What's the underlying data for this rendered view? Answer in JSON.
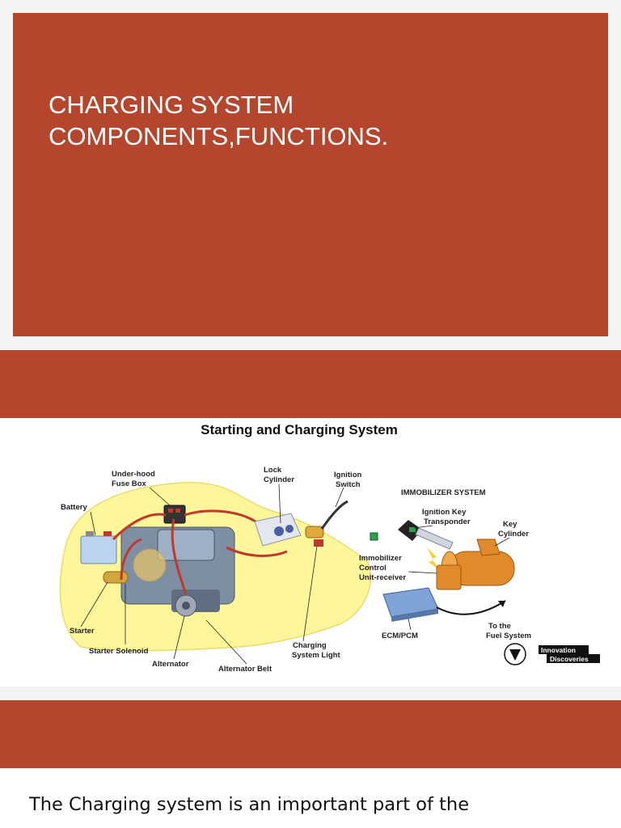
{
  "slide1": {
    "title_line1": "CHARGING SYSTEM",
    "title_line2": "COMPONENTS,FUNCTIONS."
  },
  "diagram": {
    "title": "Starting and Charging System",
    "labels": {
      "under_hood_1": "Under-hood",
      "under_hood_2": "Fuse Box",
      "battery": "Battery",
      "lock_1": "Lock",
      "lock_2": "Cylinder",
      "ignition_1": "Ignition",
      "ignition_2": "Switch",
      "starter": "Starter",
      "starter_solenoid": "Starter Solenoid",
      "alternator": "Alternator",
      "alternator_belt": "Alternator Belt",
      "charging_1": "Charging",
      "charging_2": "System Light",
      "immobilizer_system": "IMMOBILIZER SYSTEM",
      "key_transponder_1": "Ignition Key",
      "key_transponder_2": "Transponder",
      "key_cyl_1": "Key",
      "key_cyl_2": "Cylinder",
      "immob_1": "Immobilizer",
      "immob_2": "Control",
      "immob_3": "Unit-receiver",
      "ecm": "ECM/PCM",
      "fuel_1": "To the",
      "fuel_2": "Fuel System",
      "logo_1": "Innovation",
      "logo_2": "Discoveries"
    }
  },
  "strip": {
    "text": "The Charging system is an important part of the"
  },
  "colors": {
    "accent": "#b5462e",
    "highlight": "#fff176"
  }
}
